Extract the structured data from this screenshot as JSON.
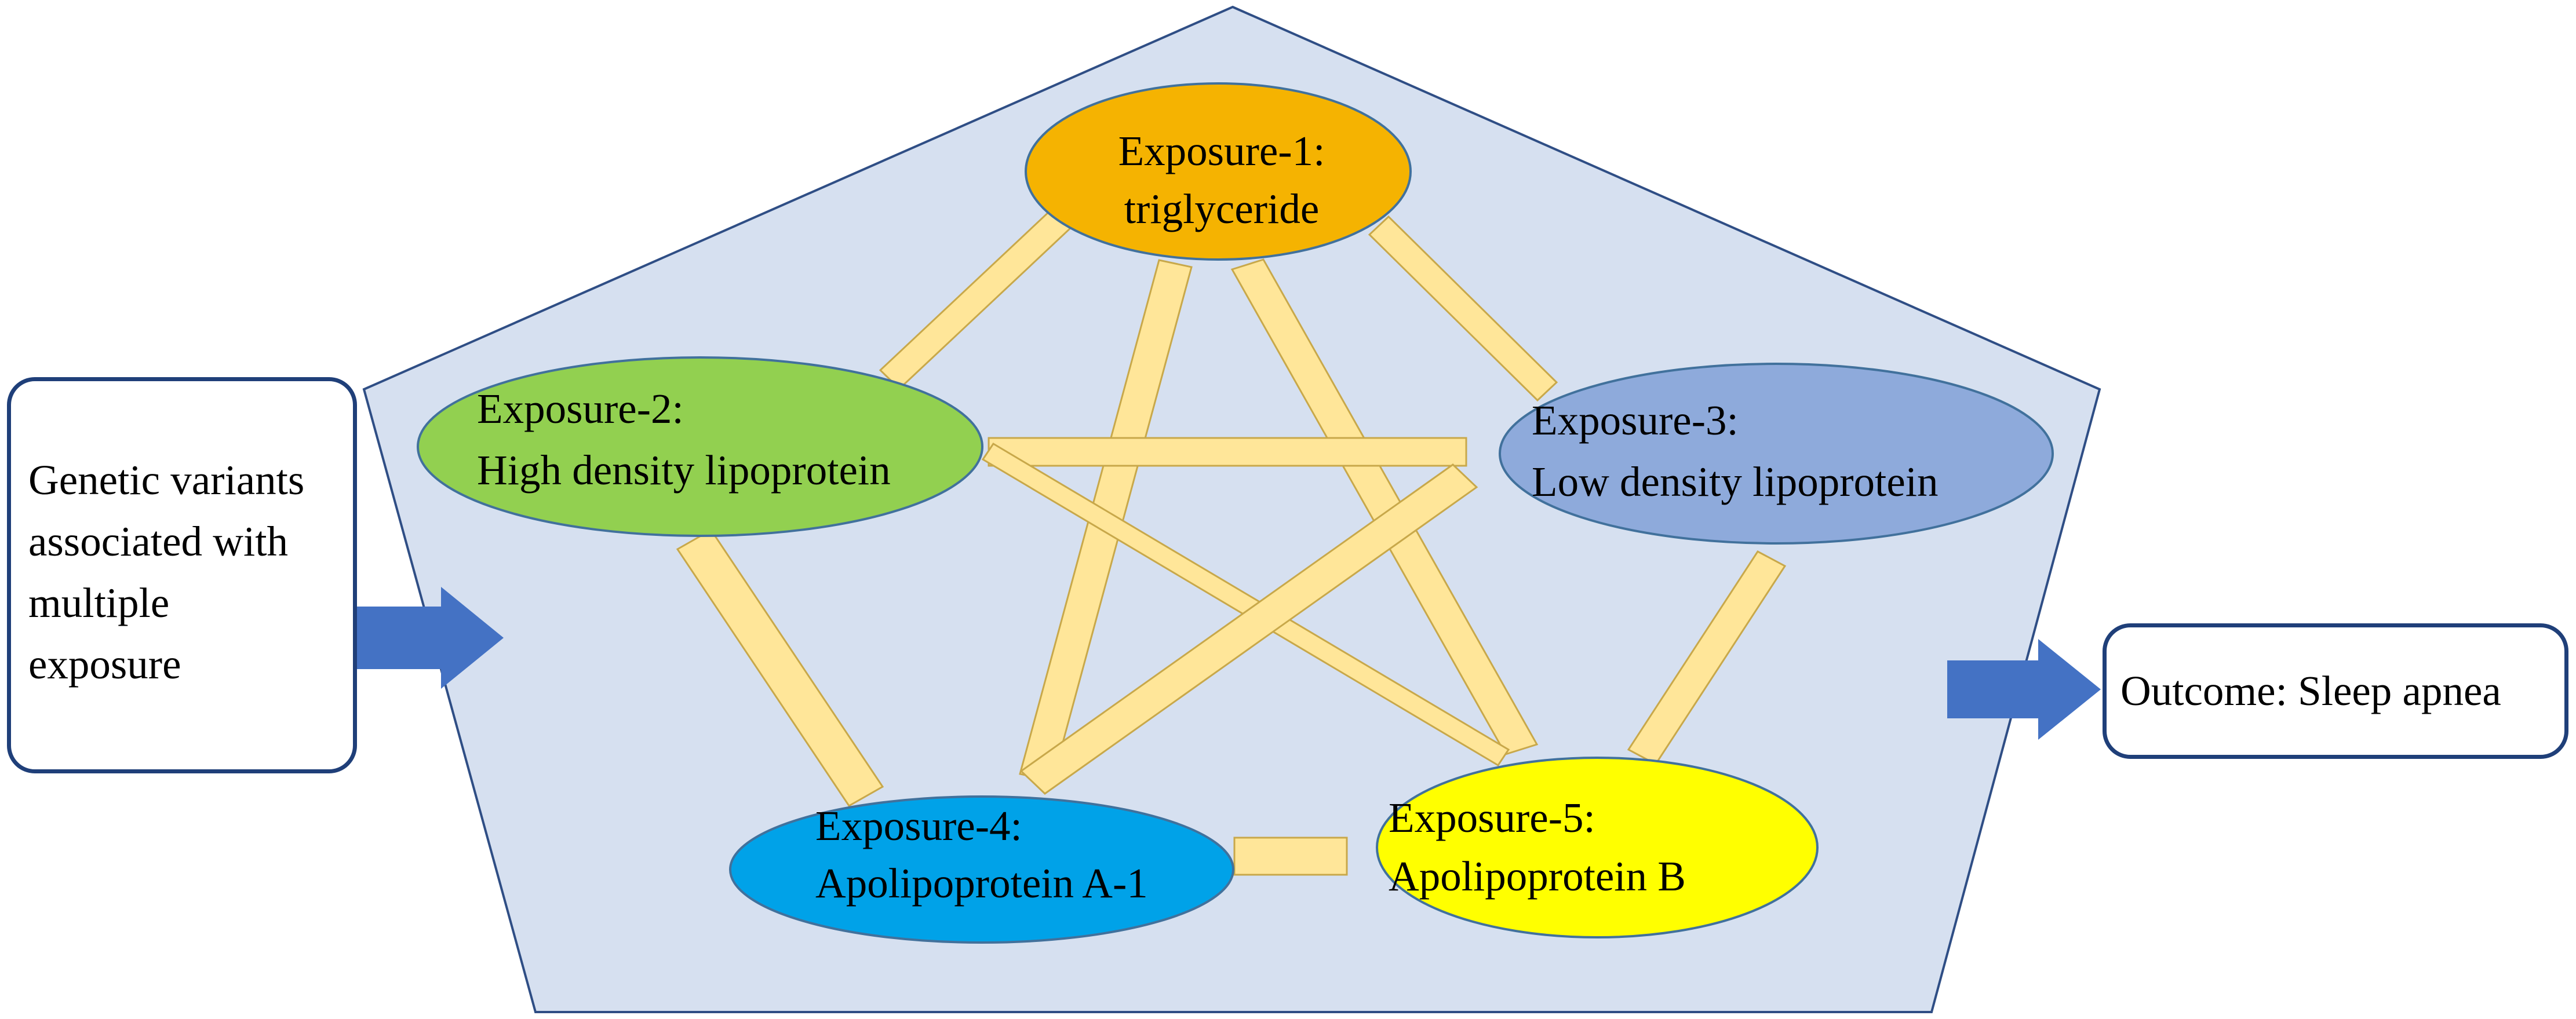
{
  "input": {
    "lines": [
      "Genetic variants",
      "associated with",
      "multiple",
      "exposure"
    ]
  },
  "outcome": {
    "label": "Outcome: Sleep apnea"
  },
  "exposures": [
    {
      "id": 1,
      "line1": "Exposure-1:",
      "line2": "triglyceride",
      "color": "#f5b301"
    },
    {
      "id": 2,
      "line1": "Exposure-2:",
      "line2": "High density lipoprotein",
      "color": "#92d050"
    },
    {
      "id": 3,
      "line1": "Exposure-3:",
      "line2": "Low density lipoprotein",
      "color": "#8eaadb"
    },
    {
      "id": 4,
      "line1": "Exposure-4:",
      "line2": "Apolipoprotein A-1",
      "color": "#00a2e8"
    },
    {
      "id": 5,
      "line1": "Exposure-5:",
      "line2": "Apolipoprotein B",
      "color": "#ffff00"
    }
  ],
  "colors": {
    "pentagon_fill": "#d6e0f0",
    "pentagon_stroke": "#2f4e85",
    "connector_fill": "#ffe699",
    "connector_stroke": "#c8a84a",
    "arrow": "#4472c4",
    "box_border": "#1f3f79"
  }
}
